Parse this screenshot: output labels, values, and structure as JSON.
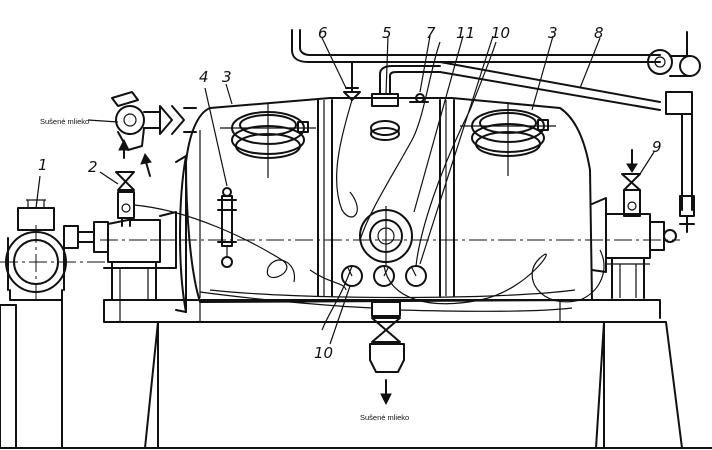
{
  "labels": {
    "n1": "1",
    "n2": "2",
    "n3a": "3",
    "n3b": "3",
    "n4": "4",
    "n5": "5",
    "n6": "6",
    "n7": "7",
    "n8": "8",
    "n9": "9",
    "n10a": "10",
    "n10b": "10",
    "n11": "11"
  },
  "captions": {
    "top_left": "Sušené mlieko",
    "bottom": "Sušené mlieko"
  }
}
